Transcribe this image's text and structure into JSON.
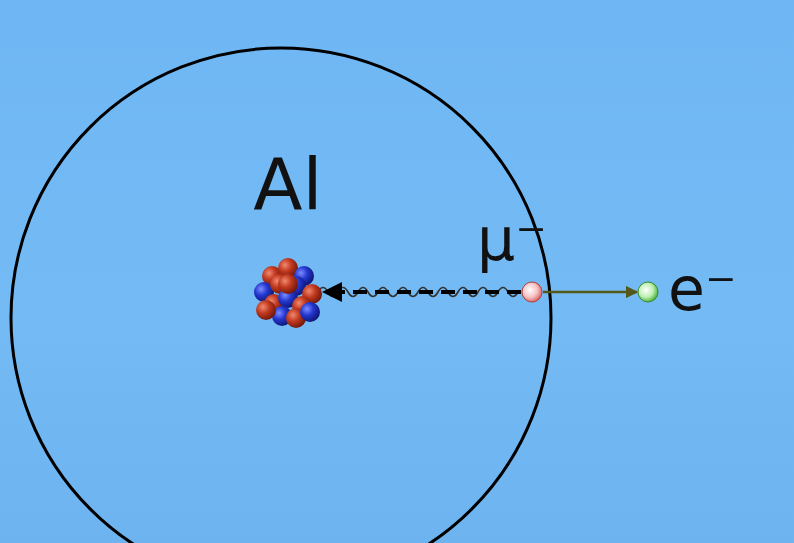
{
  "diagram": {
    "nodes": [
      {
        "text": [
          "Al"
        ]
      },
      {
        "text": [
          "μ⁻"
        ]
      },
      {
        "text": [
          "e⁻"
        ]
      }
    ],
    "edges": [
      {
        "from": 1,
        "to": 0,
        "arrow": "to"
      },
      {
        "from": 1,
        "to": 2,
        "arrow": "to"
      }
    ]
  }
}
